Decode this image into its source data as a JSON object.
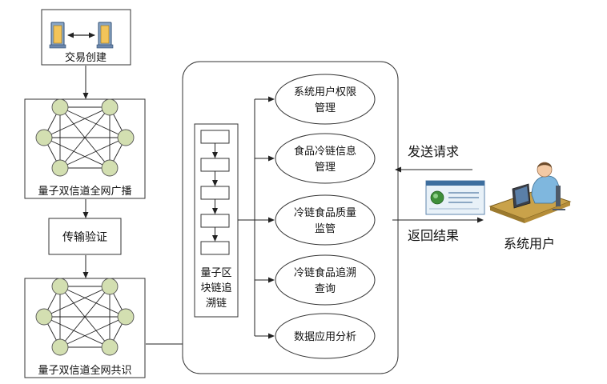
{
  "left_flow": {
    "transaction_create": "交易创建",
    "broadcast": "量子双信道全网广播",
    "verify": "传输验证",
    "consensus": "量子双信道全网共识"
  },
  "chain": {
    "label_line1": "量子区",
    "label_line2": "块链追",
    "label_line3": "溯链"
  },
  "functions": [
    {
      "line1": "系统用户权限",
      "line2": "管理"
    },
    {
      "line1": "食品冷链信息",
      "line2": "管理"
    },
    {
      "line1": "冷链食品质量",
      "line2": "监管"
    },
    {
      "line1": "冷链食品追溯",
      "line2": "查询"
    },
    {
      "line1": "数据应用分析",
      "line2": ""
    }
  ],
  "right": {
    "send_request": "发送请求",
    "return_result": "返回结果",
    "system_user": "系统用户"
  },
  "colors": {
    "node_fill": "#d3dfb1",
    "line": "#222222",
    "background": "#ffffff"
  }
}
